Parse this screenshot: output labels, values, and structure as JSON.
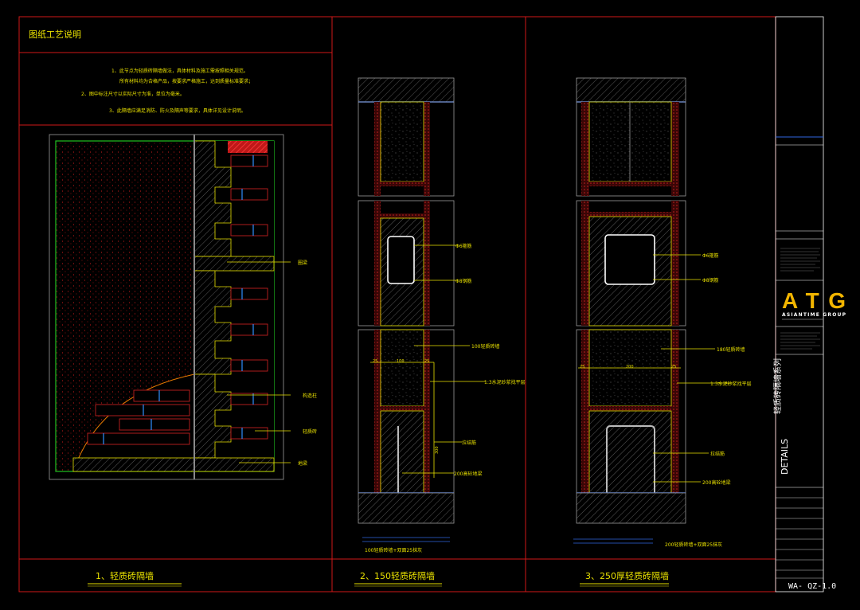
{
  "notes": {
    "title": "图纸工艺说明",
    "lines": [
      "1、此节点为轻质砖隔墙做法，具体材料及施工需按照相关规范。",
      "所有材料均为合格产品，按要求严格施工，达到质量标准要求；",
      "2、图中标注尺寸以实际尺寸为准，单位为毫米。",
      "3、此隔墙应满足消防、防火及隔声等要求，具体详见设计说明。"
    ]
  },
  "panels": [
    {
      "title": "1、轻质砖隔墙",
      "labels": [
        "圈梁",
        "构造柱",
        "轻质砖",
        "地梁"
      ]
    },
    {
      "title": "2、150轻质砖隔墙",
      "labels": [
        "Φ6箍筋",
        "Φ8钢筋",
        "100轻质砖墙",
        "1:3水泥砂浆找平层",
        "拉结筋",
        "200高砼地梁"
      ],
      "dims": [
        "25",
        "100",
        "25",
        "300"
      ],
      "caption": "100轻质砖墙+双面25抹灰"
    },
    {
      "title": "3、250厚轻质砖隔墙",
      "labels": [
        "Φ6箍筋",
        "Φ8钢筋",
        "180轻质砖墙",
        "1:3水泥砂浆找平层",
        "拉结筋",
        "200高砼地梁"
      ],
      "dims": [
        "25",
        "200",
        "25"
      ],
      "caption": "200轻质砖墙+双面25抹灰"
    }
  ],
  "titleblock": {
    "brand": "ATG",
    "brand_sub": "ASIANTIME GROUP",
    "drawing_title": "轻质砖隔墙系列",
    "details_label": "DETAILS",
    "drawing_no": "WA- QZ-1.0"
  },
  "colors": {
    "frame": "#d01818",
    "notes": "#e8e000",
    "brick": "#c02020",
    "green": "#20c020",
    "blue": "#2f66e0"
  }
}
